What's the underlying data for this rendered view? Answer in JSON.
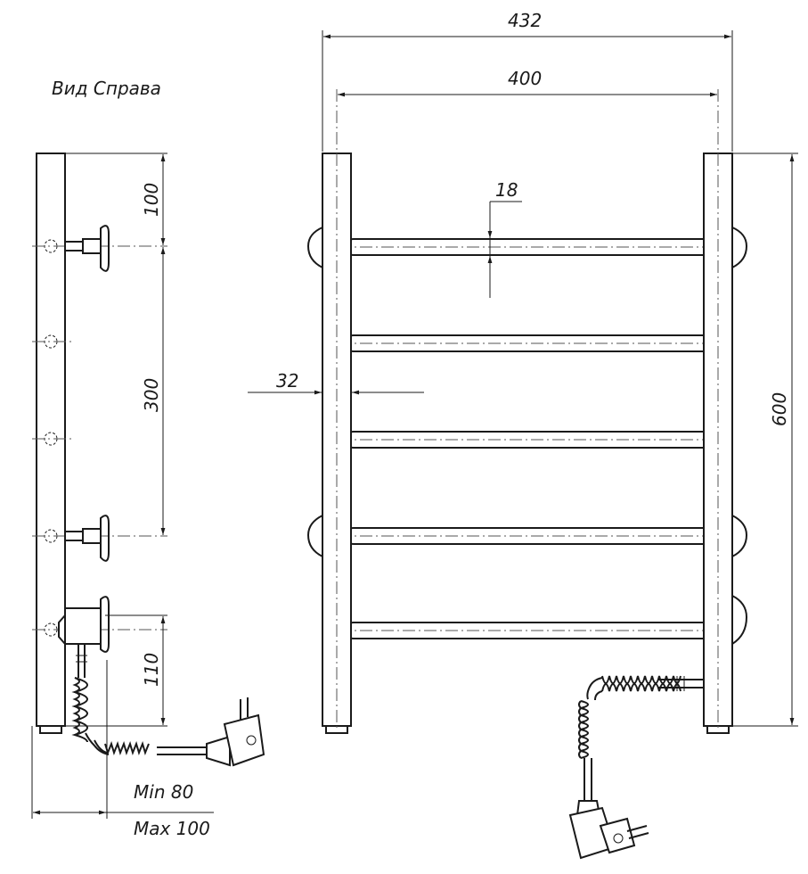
{
  "view_title": "Вид Справа",
  "dimensions": {
    "overall_width": "432",
    "center_width": "400",
    "height": "600",
    "tube_diameter": "18",
    "pipe_diameter": "32",
    "side_top": "100",
    "side_mount_spacing": "300",
    "side_bottom": "110",
    "wall_min": "Min 80",
    "wall_max": "Max 100"
  },
  "rungs": 5
}
